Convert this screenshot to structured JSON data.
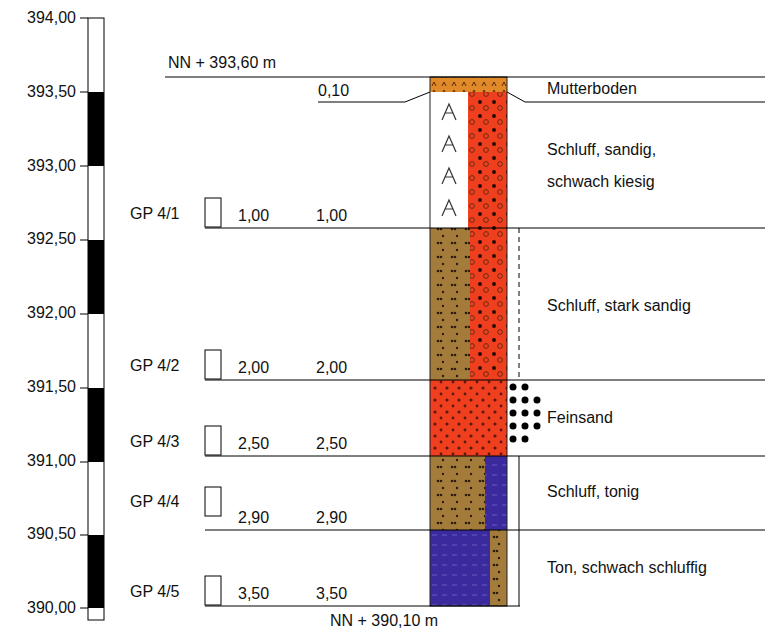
{
  "diagram": {
    "labels": [
      "394,00",
      "393,50",
      "393,00",
      "392,50",
      "392,00",
      "391,50",
      "391,00",
      "390,50",
      "390,00",
      "NN + 393,60 m",
      "0,10",
      "Mutterboden",
      "Schluff, sandig, schwach kiesig",
      "GP 4/1",
      "1,00",
      "1,00",
      "Schluff, stark sandig",
      "GP 4/2",
      "2,00",
      "2,00",
      "Feinsand",
      "GP 4/3",
      "2,50",
      "2,50",
      "Schluff, tonig",
      "GP 4/4",
      "2,90",
      "2,90",
      "Ton, schwach schluffig",
      "GP 4/5",
      "3,50",
      "3,50",
      "NN + 390,10 m"
    ]
  }
}
